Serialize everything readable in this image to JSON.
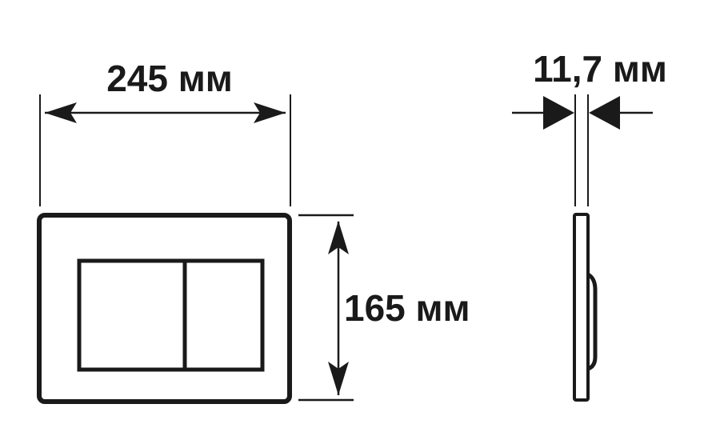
{
  "diagram": {
    "type": "technical-dimension-drawing",
    "subject": "flush plate (front and side view)",
    "colors": {
      "stroke": "#1a1a1a",
      "background": "#ffffff"
    },
    "dimensions": {
      "width": {
        "value": "245",
        "unit": "мм",
        "label": "245 мм"
      },
      "height": {
        "value": "165",
        "unit": "мм",
        "label": "165 мм"
      },
      "depth": {
        "value": "11,7",
        "unit": "мм",
        "label": "11,7 мм"
      }
    },
    "front_view": {
      "buttons": [
        {
          "name": "large-flush-button"
        },
        {
          "name": "small-flush-button"
        }
      ]
    }
  }
}
